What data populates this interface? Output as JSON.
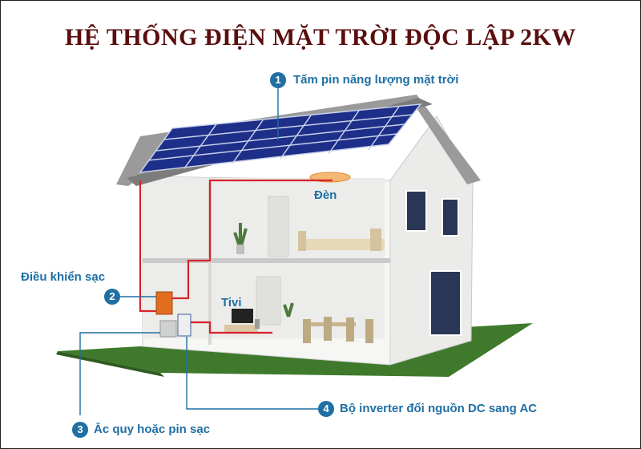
{
  "title": "HỆ THỐNG ĐIỆN MẶT TRỜI ĐỘC LẬP 2KW",
  "colors": {
    "title": "#5a0e0e",
    "callout": "#1f6fa3",
    "wire": "#d6232a",
    "grass": "#3f7a2c",
    "roof": "#8a8a8a",
    "panel": "#1e2f8a",
    "wall": "#f4f4f2"
  },
  "labels": {
    "panel": {
      "num": "1",
      "text": "Tấm pin năng lượng mặt trời"
    },
    "controller": {
      "num": "2",
      "text": "Điều khiển sạc"
    },
    "battery": {
      "num": "3",
      "text": "Ắc quy hoặc pin sạc"
    },
    "inverter": {
      "num": "4",
      "text": "Bộ inverter đổi nguồn DC sang AC"
    },
    "lamp": "Đèn",
    "tv": "Tivi"
  }
}
